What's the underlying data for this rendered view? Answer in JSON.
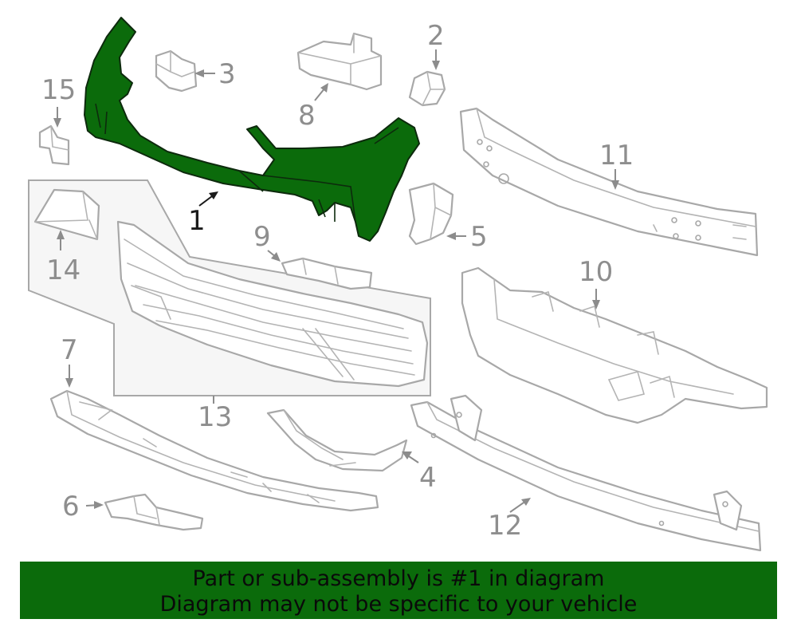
{
  "callouts": {
    "c1": "1",
    "c2": "2",
    "c3": "3",
    "c4": "4",
    "c5": "5",
    "c6": "6",
    "c7": "7",
    "c8": "8",
    "c9": "9",
    "c10": "10",
    "c11": "11",
    "c12": "12",
    "c13": "13",
    "c14": "14",
    "c15": "15"
  },
  "highlighted_part": "1",
  "colors": {
    "highlight": "#0b6b0b",
    "parts": "#a8a8a8",
    "banner": "#0b6b0b"
  },
  "banner": {
    "line1": "Part or sub-assembly is #1 in diagram",
    "line2": "Diagram may not be specific to your vehicle"
  }
}
